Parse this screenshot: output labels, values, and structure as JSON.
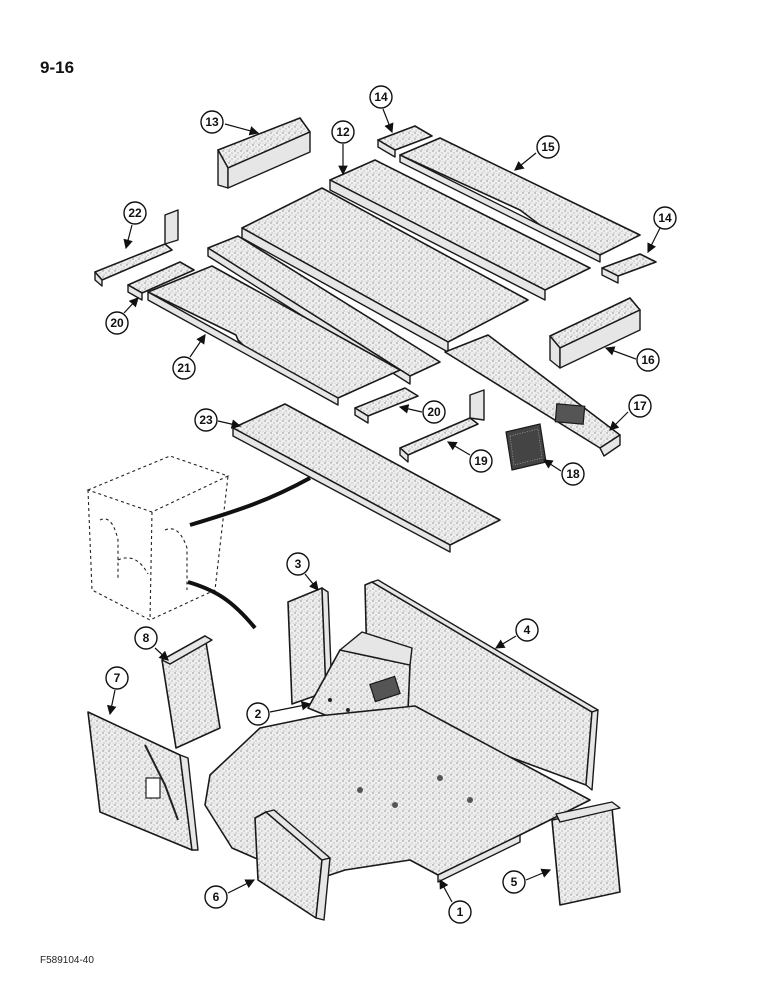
{
  "page_number": "9-16",
  "figure_code": "F589104-40",
  "callouts": {
    "c1": "1",
    "c2": "2",
    "c3": "3",
    "c4": "4",
    "c5": "5",
    "c6": "6",
    "c7": "7",
    "c8": "8",
    "c12": "12",
    "c13": "13",
    "c14a": "14",
    "c14b": "14",
    "c15": "15",
    "c16": "16",
    "c17": "17",
    "c18": "18",
    "c19": "19",
    "c20a": "20",
    "c20b": "20",
    "c21": "21",
    "c22": "22",
    "c23": "23"
  }
}
